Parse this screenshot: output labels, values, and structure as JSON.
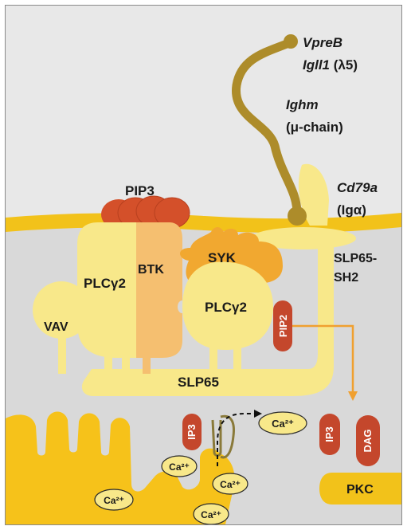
{
  "labels": {
    "vpreb": "VpreB",
    "igll1": "Igll1",
    "lambda5": "(λ5)",
    "ighm": "Ighm",
    "mu_chain": "(μ-chain)",
    "cd79a": "Cd79a",
    "ig_alpha": "(Igα)",
    "pip3": "PIP3",
    "syk": "SYK",
    "btk": "BTK",
    "plcg2_left": "PLCγ2",
    "plcg2_right": "PLCγ2",
    "slp65_sh2_line1": "SLP65-",
    "slp65_sh2_line2": "SH2",
    "vav": "VAV",
    "pip2": "PIP2",
    "slp65": "SLP65",
    "ip3_left": "IP3",
    "ip3_right": "IP3",
    "dag": "DAG",
    "pkc": "PKC",
    "ca2_cyto": "Ca²⁺",
    "ca2_er_a": "Ca²⁺",
    "ca2_er_b": "Ca²⁺",
    "ca2_er_c": "Ca²⁺",
    "ca2_er_d": "Ca²⁺"
  },
  "colors": {
    "extracellular": "#e8e8e8",
    "cytoplasm": "#d9d9d9",
    "membrane": "#f2c21a",
    "pale_yellow": "#f8e88a",
    "receptor_chain": "#ad8c2a",
    "pip3_red": "#d4502a",
    "syk_orange": "#f1a830",
    "btk_orange": "#f5bf70",
    "er_yellow": "#f6c21a",
    "pill_red": "#c4472c",
    "arrow_orange": "#f0a030"
  }
}
